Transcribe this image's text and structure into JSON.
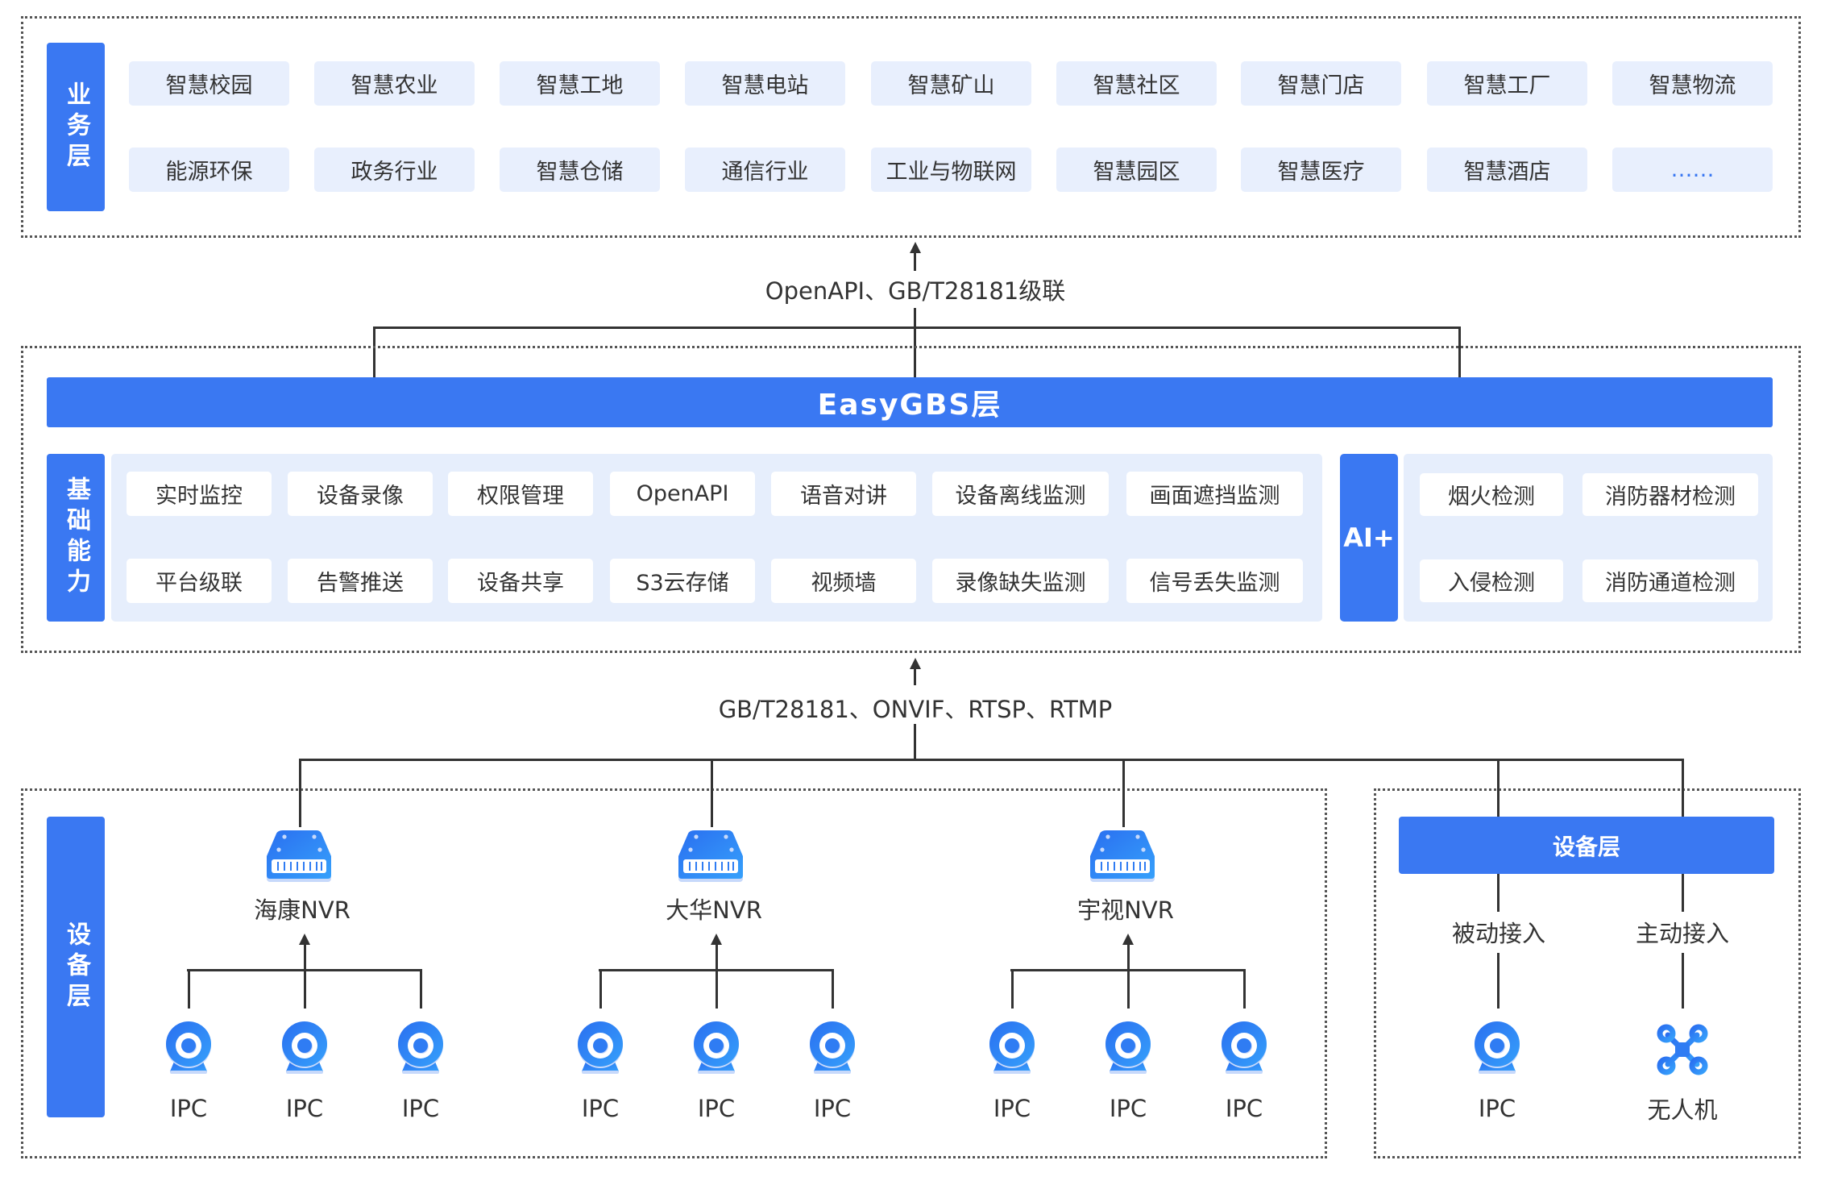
{
  "business_layer": {
    "label": "业务层",
    "items": [
      "智慧校园",
      "智慧农业",
      "智慧工地",
      "智慧电站",
      "智慧矿山",
      "智慧社区",
      "智慧门店",
      "智慧工厂",
      "智慧物流",
      "能源环保",
      "政务行业",
      "智慧仓储",
      "通信行业",
      "工业与物联网",
      "智慧园区",
      "智慧医疗",
      "智慧酒店",
      "……"
    ]
  },
  "upper_link_label": "OpenAPI、GB/T28181级联",
  "easygbs": {
    "title": "EasyGBS层",
    "basic_label": "基础能力",
    "basic_items": [
      "实时监控",
      "设备录像",
      "权限管理",
      "OpenAPI",
      "语音对讲",
      "设备离线监测",
      "画面遮挡监测",
      "平台级联",
      "告警推送",
      "设备共享",
      "S3云存储",
      "视频墙",
      "录像缺失监测",
      "信号丢失监测"
    ],
    "ai_label": "AI+",
    "ai_items": [
      "烟火检测",
      "消防器材检测",
      "入侵检测",
      "消防通道检测"
    ]
  },
  "lower_link_label": "GB/T28181、ONVIF、RTSP、RTMP",
  "device_layer": {
    "label": "设备层",
    "nvrs": [
      {
        "name": "海康NVR",
        "ipcs": [
          "IPC",
          "IPC",
          "IPC"
        ]
      },
      {
        "name": "大华NVR",
        "ipcs": [
          "IPC",
          "IPC",
          "IPC"
        ]
      },
      {
        "name": "宇视NVR",
        "ipcs": [
          "IPC",
          "IPC",
          "IPC"
        ]
      }
    ],
    "right": {
      "title": "设备层",
      "passive_label": "被动接入",
      "active_label": "主动接入",
      "passive_device": "IPC",
      "active_device": "无人机"
    }
  },
  "colors": {
    "primary": "#3a78f2",
    "chip": "#e8effd",
    "panel": "#e6eefc"
  }
}
